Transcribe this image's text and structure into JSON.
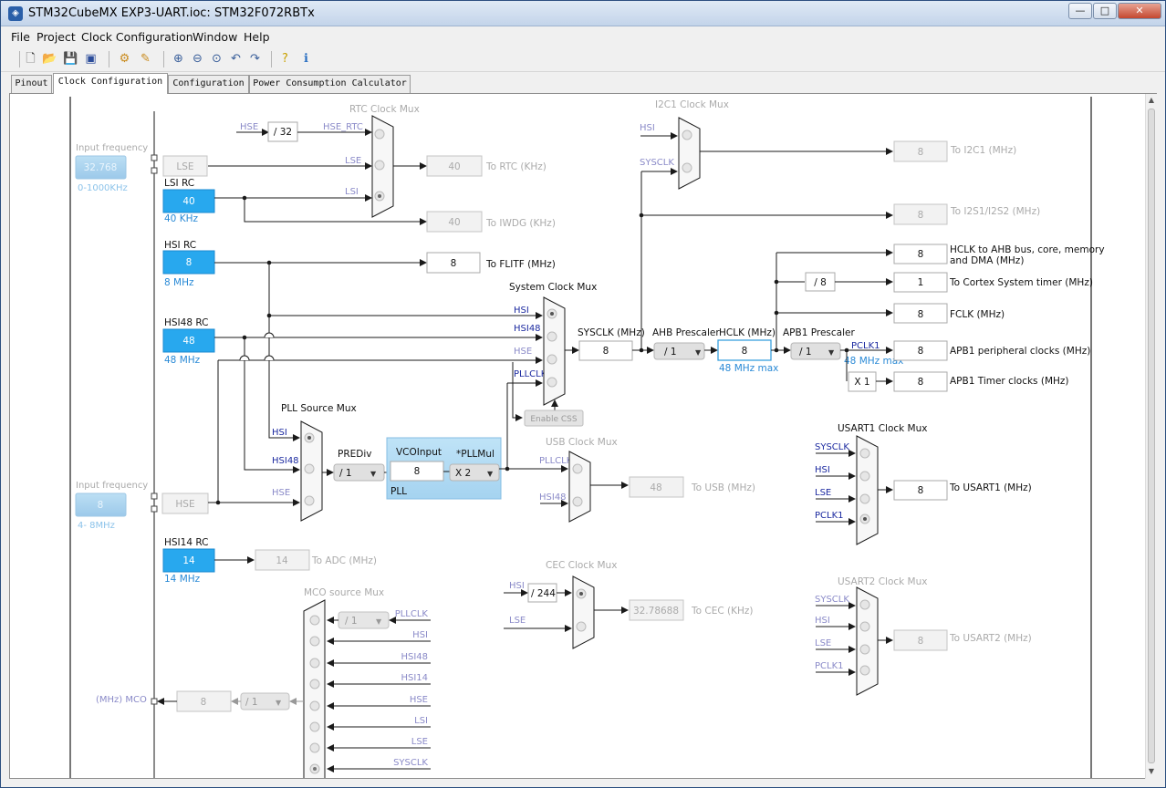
{
  "window": {
    "title": "STM32CubeMX EXP3-UART.ioc: STM32F072RBTx",
    "controls": {
      "minimize": "—",
      "maximize": "□",
      "close": "✕"
    }
  },
  "menu": [
    "File",
    "Project",
    "Clock Configuration",
    "Window",
    "Help"
  ],
  "toolbar": [
    "new-icon",
    "open-icon",
    "save-icon",
    "save-all-icon",
    "generate-icon",
    "report-icon",
    "zoom-in-icon",
    "zoom-out-icon",
    "zoom-fit-icon",
    "undo-icon",
    "redo-icon",
    "help-icon",
    "about-icon"
  ],
  "tabs": [
    "Pinout",
    "Clock Configuration",
    "Configuration",
    "Power Consumption Calculator"
  ],
  "active_tab": "Clock Configuration",
  "lse": {
    "input_freq_label": "Input frequency",
    "input_value": "32.768",
    "range": "0-1000KHz",
    "source": "LSE"
  },
  "lsi": {
    "label": "LSI RC",
    "value": "40",
    "freq": "40 KHz"
  },
  "hsi": {
    "label": "HSI RC",
    "value": "8",
    "freq": "8 MHz"
  },
  "hsi48": {
    "label": "HSI48 RC",
    "value": "48",
    "freq": "48 MHz"
  },
  "hse": {
    "input_freq_label": "Input frequency",
    "input_value": "8",
    "range": "4- 8MHz",
    "source": "HSE"
  },
  "hsi14": {
    "label": "HSI14 RC",
    "value": "14",
    "freq": "14 MHz"
  },
  "rtc": {
    "title": "RTC Clock Mux",
    "div": "/ 32",
    "inputs": [
      "HSE",
      "HSE_RTC",
      "LSE",
      "LSI"
    ],
    "out": "40",
    "out_label": "To RTC (KHz)"
  },
  "iwdg": {
    "out": "40",
    "out_label": "To IWDG (KHz)"
  },
  "flitf": {
    "out": "8",
    "out_label": "To FLITF (MHz)"
  },
  "sysmux": {
    "title": "System Clock Mux",
    "inputs": [
      "HSI",
      "HSI48",
      "HSE",
      "PLLCLK"
    ],
    "css": "Enable CSS"
  },
  "sysclk": {
    "label": "SYSCLK (MHz)",
    "value": "8"
  },
  "ahb": {
    "label": "AHB Prescaler",
    "value": "/ 1"
  },
  "hclk": {
    "label": "HCLK (MHz)",
    "value": "8",
    "max": "48 MHz max"
  },
  "apb1": {
    "label": "APB1 Prescaler",
    "value": "/ 1",
    "pclk": "PCLK1",
    "max": "48 MHz max"
  },
  "outputs": {
    "hclk_ahb": {
      "value": "8",
      "label": "HCLK to AHB bus, core, memory",
      "label2": "and DMA (MHz)"
    },
    "cortex_div": "/ 8",
    "cortex": {
      "value": "1",
      "label": "To Cortex System timer (MHz)"
    },
    "fclk": {
      "value": "8",
      "label": "FCLK (MHz)"
    },
    "apb1_periph": {
      "value": "8",
      "label": "APB1 peripheral clocks (MHz)"
    },
    "apb1_timer_mul": "X 1",
    "apb1_timer": {
      "value": "8",
      "label": "APB1 Timer clocks (MHz)"
    }
  },
  "i2c1": {
    "title": "I2C1 Clock Mux",
    "inputs": [
      "HSI",
      "SYSCLK"
    ],
    "out": "8",
    "out_label": "To I2C1 (MHz)"
  },
  "i2s": {
    "out": "8",
    "out_label": "To I2S1/I2S2 (MHz)"
  },
  "pll": {
    "src_title": "PLL Source Mux",
    "src_inputs": [
      "HSI",
      "HSI48",
      "HSE"
    ],
    "prediv_label": "PREDiv",
    "prediv": "/ 1",
    "vco_label": "VCOInput",
    "vco_value": "8",
    "mul_label": "*PLLMul",
    "mul": "X 2",
    "name": "PLL"
  },
  "usb": {
    "title": "USB Clock Mux",
    "inputs": [
      "PLLCLK",
      "HSI48"
    ],
    "out": "48",
    "out_label": "To USB (MHz)"
  },
  "usart1": {
    "title": "USART1 Clock Mux",
    "inputs": [
      "SYSCLK",
      "HSI",
      "LSE",
      "PCLK1"
    ],
    "out": "8",
    "out_label": "To USART1 (MHz)"
  },
  "adc": {
    "out": "14",
    "out_label": "To ADC (MHz)"
  },
  "cec": {
    "title": "CEC Clock Mux",
    "inputs": [
      "HSI",
      "LSE"
    ],
    "div": "/ 244",
    "out": "32.78688",
    "out_label": "To CEC (KHz)"
  },
  "usart2": {
    "title": "USART2 Clock Mux",
    "inputs": [
      "SYSCLK",
      "HSI",
      "LSE",
      "PCLK1"
    ],
    "out": "8",
    "out_label": "To USART2 (MHz)"
  },
  "mco": {
    "title": "MCO source Mux",
    "inputs": [
      "PLLCLK",
      "HSI",
      "HSI48",
      "HSI14",
      "HSE",
      "LSI",
      "LSE",
      "SYSCLK"
    ],
    "pll_div": "/ 1",
    "div": "/ 1",
    "out": "8",
    "label": "(MHz) MCO"
  },
  "colors": {
    "blue_box": "#28a8ee",
    "blue_text": "#2a8ad6",
    "accent_navy": "#1c2aa0",
    "disabled": "#a9a9a9",
    "line": "#1a1a1a"
  }
}
